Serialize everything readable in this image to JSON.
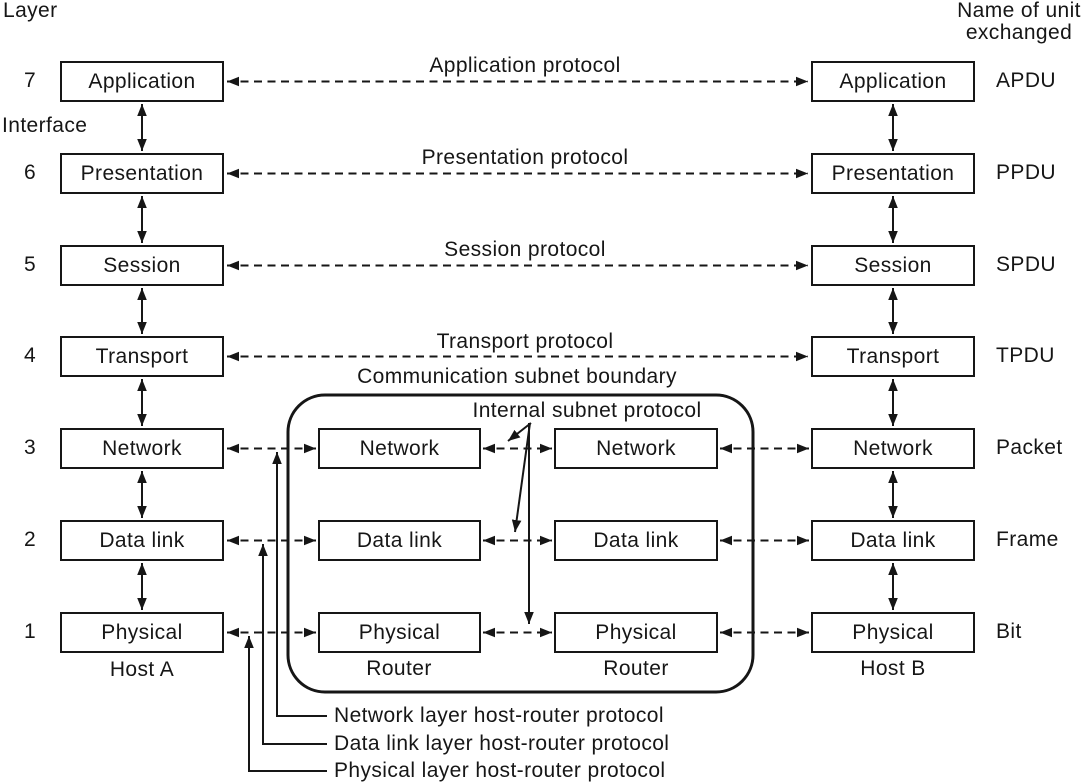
{
  "colors": {
    "ink": "#161616",
    "background": "#ffffff"
  },
  "corner_labels": {
    "layer": "Layer",
    "interface": "Interface",
    "unit_header_line1": "Name of unit",
    "unit_header_line2": "exchanged"
  },
  "layers": [
    {
      "number": "7",
      "name": "Application",
      "unit": "APDU",
      "protocol": "Application protocol"
    },
    {
      "number": "6",
      "name": "Presentation",
      "unit": "PPDU",
      "protocol": "Presentation protocol"
    },
    {
      "number": "5",
      "name": "Session",
      "unit": "SPDU",
      "protocol": "Session protocol"
    },
    {
      "number": "4",
      "name": "Transport",
      "unit": "TPDU",
      "protocol": "Transport protocol"
    },
    {
      "number": "3",
      "name": "Network",
      "unit": "Packet",
      "protocol": ""
    },
    {
      "number": "2",
      "name": "Data link",
      "unit": "Frame",
      "protocol": ""
    },
    {
      "number": "1",
      "name": "Physical",
      "unit": "Bit",
      "protocol": ""
    }
  ],
  "host_a": {
    "label": "Host A"
  },
  "host_b": {
    "label": "Host B"
  },
  "routers": [
    {
      "label": "Router",
      "layers": [
        "Network",
        "Data link",
        "Physical"
      ]
    },
    {
      "label": "Router",
      "layers": [
        "Network",
        "Data link",
        "Physical"
      ]
    }
  ],
  "subnet": {
    "boundary_label": "Communication subnet boundary",
    "internal_protocol_label": "Internal subnet protocol"
  },
  "callouts": [
    {
      "label": "Network layer host-router protocol"
    },
    {
      "label": "Data link layer host-router protocol"
    },
    {
      "label": "Physical layer host-router protocol"
    }
  ]
}
